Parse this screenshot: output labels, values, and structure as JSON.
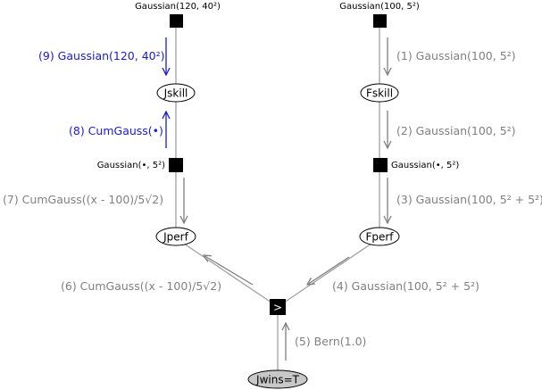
{
  "factors": {
    "j_prior": "Gaussian(120, 40²)",
    "f_prior": "Gaussian(100, 5²)",
    "j_noise": "Gaussian(•, 5²)",
    "f_noise": "Gaussian(•, 5²)",
    "greater": ">"
  },
  "variables": {
    "jskill": "Jskill",
    "fskill": "Fskill",
    "jperf": "Jperf",
    "fperf": "Fperf",
    "jwins": "Jwins=T"
  },
  "messages": {
    "m1": "(1) Gaussian(100, 5²)",
    "m2": "(2) Gaussian(100, 5²)",
    "m3": "(3) Gaussian(100, 5² + 5²)",
    "m4": "(4) Gaussian(100, 5² + 5²)",
    "m5": "(5) Bern(1.0)",
    "m6": "(6) CumGauss((x - 100)/5√2)",
    "m7": "(7) CumGauss((x - 100)/5√2)",
    "m8": "(8) CumGauss(•)",
    "m9": "(9) Gaussian(120, 40²)"
  },
  "colors": {
    "computed_message": "#808080",
    "highlighted_message": "#1a1ad6"
  }
}
